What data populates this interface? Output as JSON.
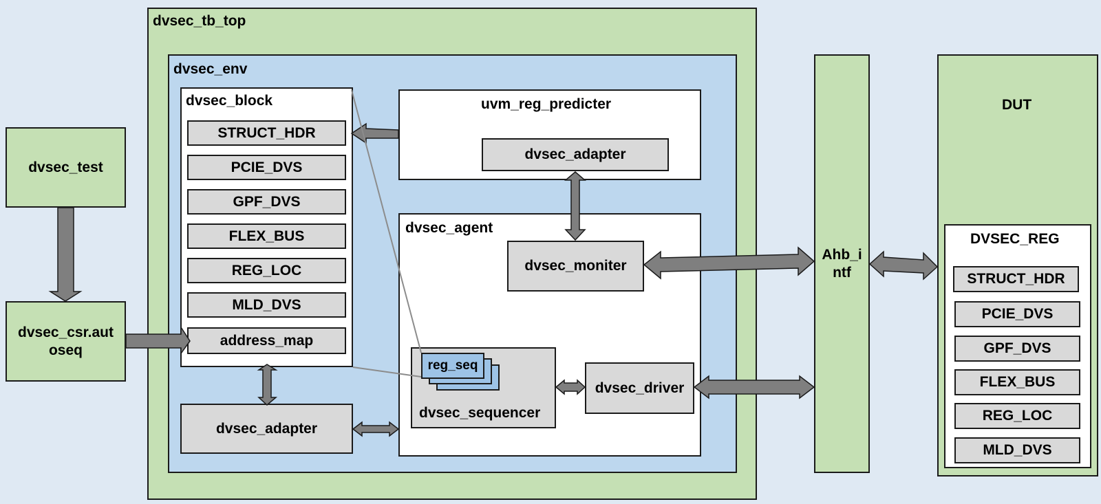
{
  "dvsec_tb_top": "dvsec_tb_top",
  "dvsec_env": "dvsec_env",
  "dvsec_block": {
    "title": "dvsec_block",
    "registers": [
      "STRUCT_HDR",
      "PCIE_DVS",
      "GPF_DVS",
      "FLEX_BUS",
      "REG_LOC",
      "MLD_DVS"
    ],
    "address_map": "address_map"
  },
  "dvsec_test": "dvsec_test",
  "dvsec_csr": "dvsec_csr.aut\noseq",
  "uvm_reg_predicter": {
    "title": "uvm_reg_predicter",
    "adapter": "dvsec_adapter"
  },
  "dvsec_agent": {
    "title": "dvsec_agent",
    "monitor": "dvsec_moniter",
    "sequencer": "dvsec_sequencer",
    "reg_seq": "reg_seq",
    "driver": "dvsec_driver"
  },
  "env_adapter": "dvsec_adapter",
  "ahb_intf": "Ahb_i\nntf",
  "dut": {
    "title": "DUT",
    "reg_title": "DVSEC_REG",
    "registers": [
      "STRUCT_HDR",
      "PCIE_DVS",
      "GPF_DVS",
      "FLEX_BUS",
      "REG_LOC",
      "MLD_DVS"
    ]
  },
  "colors": {
    "green_fill": "#c5e0b4",
    "blue_fill": "#bdd7ee",
    "grey_fill": "#d9d9d9",
    "arrow_fill": "#7f7f7f",
    "background": "#dfe9f3"
  }
}
